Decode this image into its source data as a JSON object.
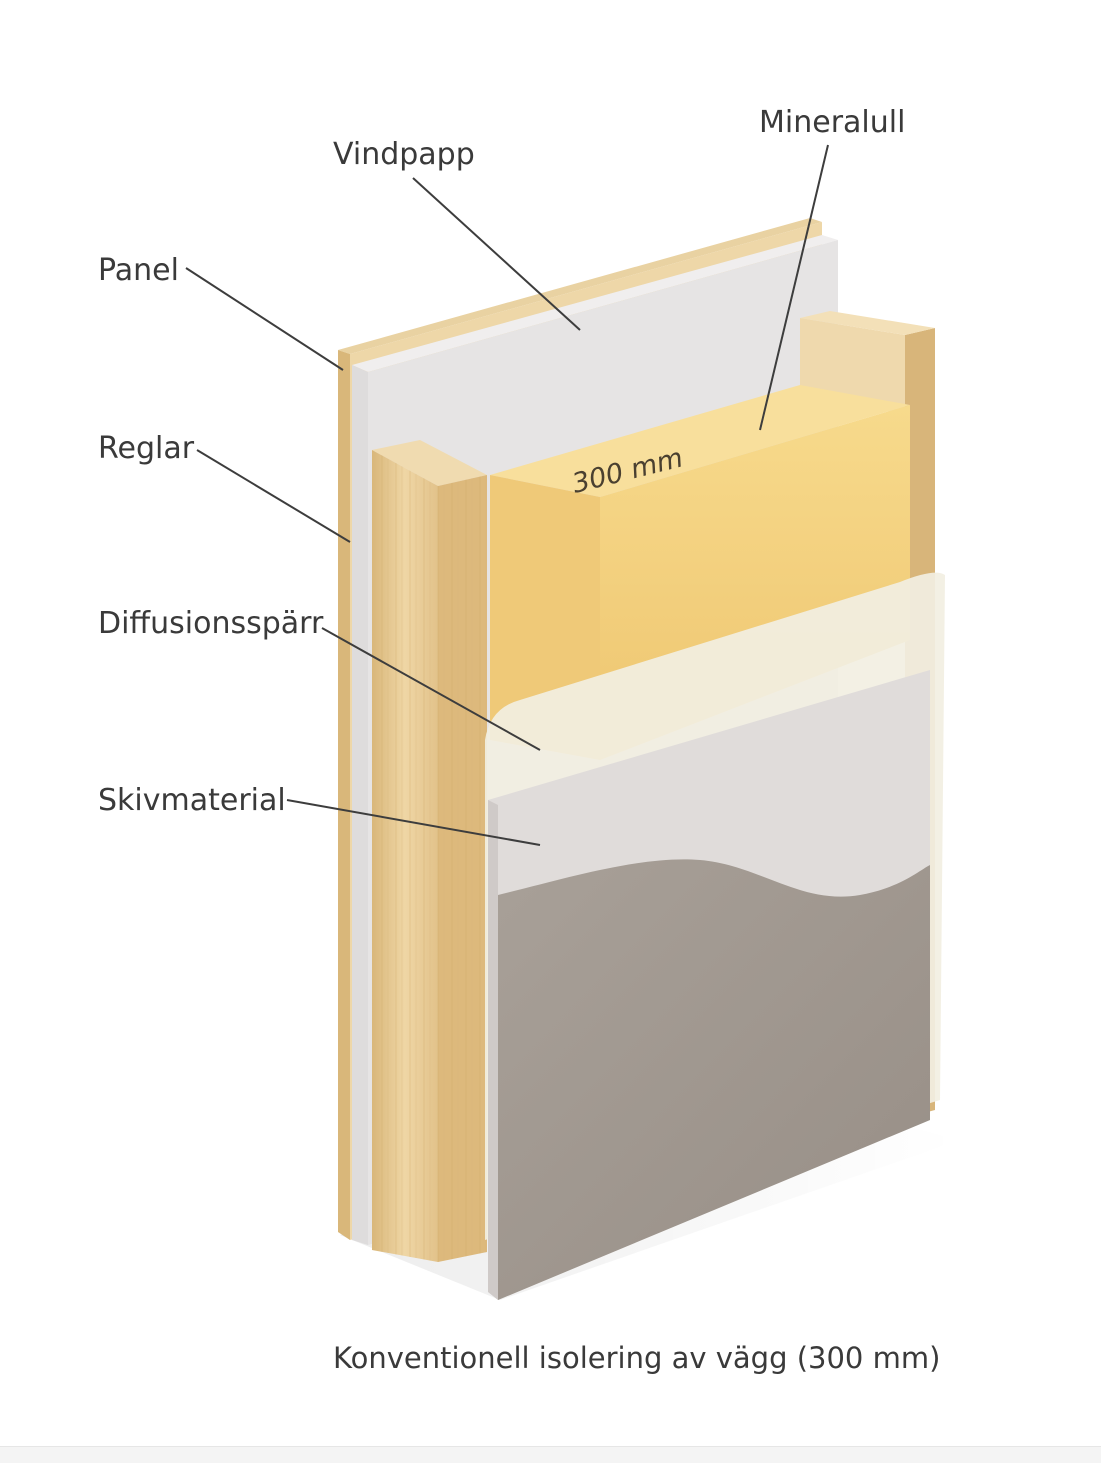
{
  "labels": {
    "vindpapp": "Vindpapp",
    "mineralull": "Mineralull",
    "panel": "Panel",
    "reglar": "Reglar",
    "diffusionsparr": "Diffusionsspärr",
    "skivmaterial": "Skivmaterial"
  },
  "dimension": "300 mm",
  "caption": "Konventionell isolering av vägg (300 mm)",
  "colors": {
    "wood": "#e8c98f",
    "wool": "#f2cf7a",
    "wind_paper": "#e6e4e4",
    "vapour_barrier": "#f1eedd",
    "board": "#dcd8d6",
    "plaster": "#a39a92",
    "label_text": "#3a3a3a"
  }
}
